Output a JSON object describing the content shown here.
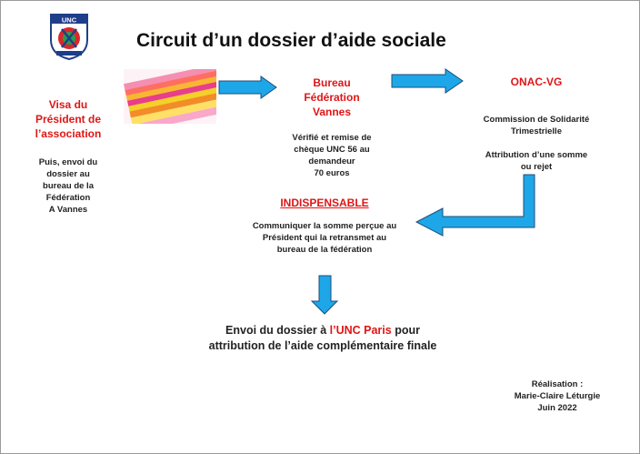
{
  "title": "Circuit d’un dossier d’aide sociale",
  "left_box": {
    "heading": "Visa du\nPrésident de\nl’association",
    "text": "Puis, envoi du\ndossier au\nbureau de la\nFédération\nA Vannes"
  },
  "bureau": {
    "heading": "Bureau\nFédération\nVannes",
    "text": "Vérifié et remise de\nchèque UNC 56 au\ndemandeur\n70 euros"
  },
  "onac": {
    "heading": "ONAC-VG",
    "text1": "Commission de Solidarité\nTrimestrielle",
    "text2": "Attribution d’une somme\nou rejet"
  },
  "indispensable": {
    "heading": "INDISPENSABLE",
    "text": "Communiquer la somme perçue au\nPrésident qui la retransmet au\nbureau de la fédération"
  },
  "final": {
    "before": "Envoi du dossier à ",
    "highlight": "l’UNC Paris",
    "after": " pour",
    "line2": "attribution de l’aide complémentaire finale"
  },
  "credits": {
    "label": "Réalisation :",
    "name": "Marie-Claire Léturgie",
    "date": "Juin 2022"
  },
  "colors": {
    "arrow": "#1ea7e8",
    "arrow_border": "#1f4e79",
    "accent_red": "#e01515"
  }
}
